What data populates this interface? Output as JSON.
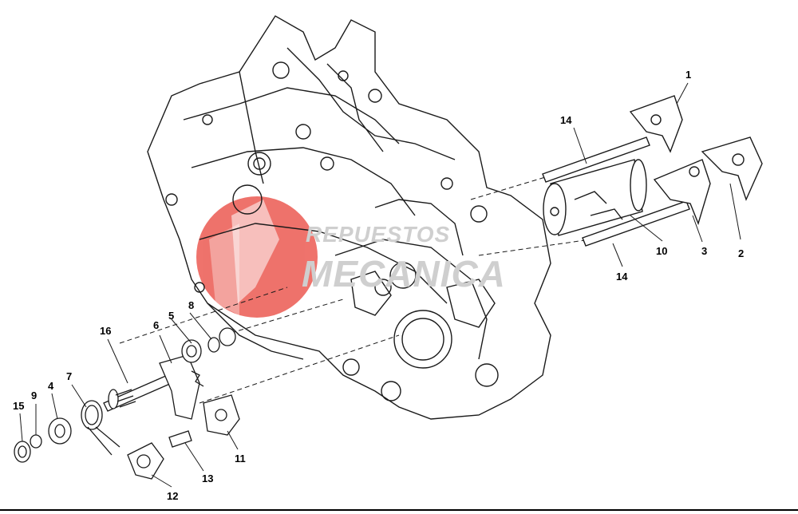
{
  "diagram": {
    "callouts": [
      {
        "id": "c1",
        "text": "1"
      },
      {
        "id": "c2",
        "text": "2"
      },
      {
        "id": "c3",
        "text": "3"
      },
      {
        "id": "c4",
        "text": "4"
      },
      {
        "id": "c5",
        "text": "5"
      },
      {
        "id": "c6",
        "text": "6"
      },
      {
        "id": "c7",
        "text": "7"
      },
      {
        "id": "c8",
        "text": "8"
      },
      {
        "id": "c9",
        "text": "9"
      },
      {
        "id": "c10",
        "text": "10"
      },
      {
        "id": "c11",
        "text": "11"
      },
      {
        "id": "c12",
        "text": "12"
      },
      {
        "id": "c13",
        "text": "13"
      },
      {
        "id": "c14a",
        "text": "14"
      },
      {
        "id": "c14b",
        "text": "14"
      },
      {
        "id": "c15",
        "text": "15"
      },
      {
        "id": "c16",
        "text": "16"
      }
    ],
    "watermark": {
      "line1": "REPUESTOS",
      "line2": "MECANICA",
      "logo_color": "#e8403a",
      "text_color": "#cfcfcf"
    }
  }
}
